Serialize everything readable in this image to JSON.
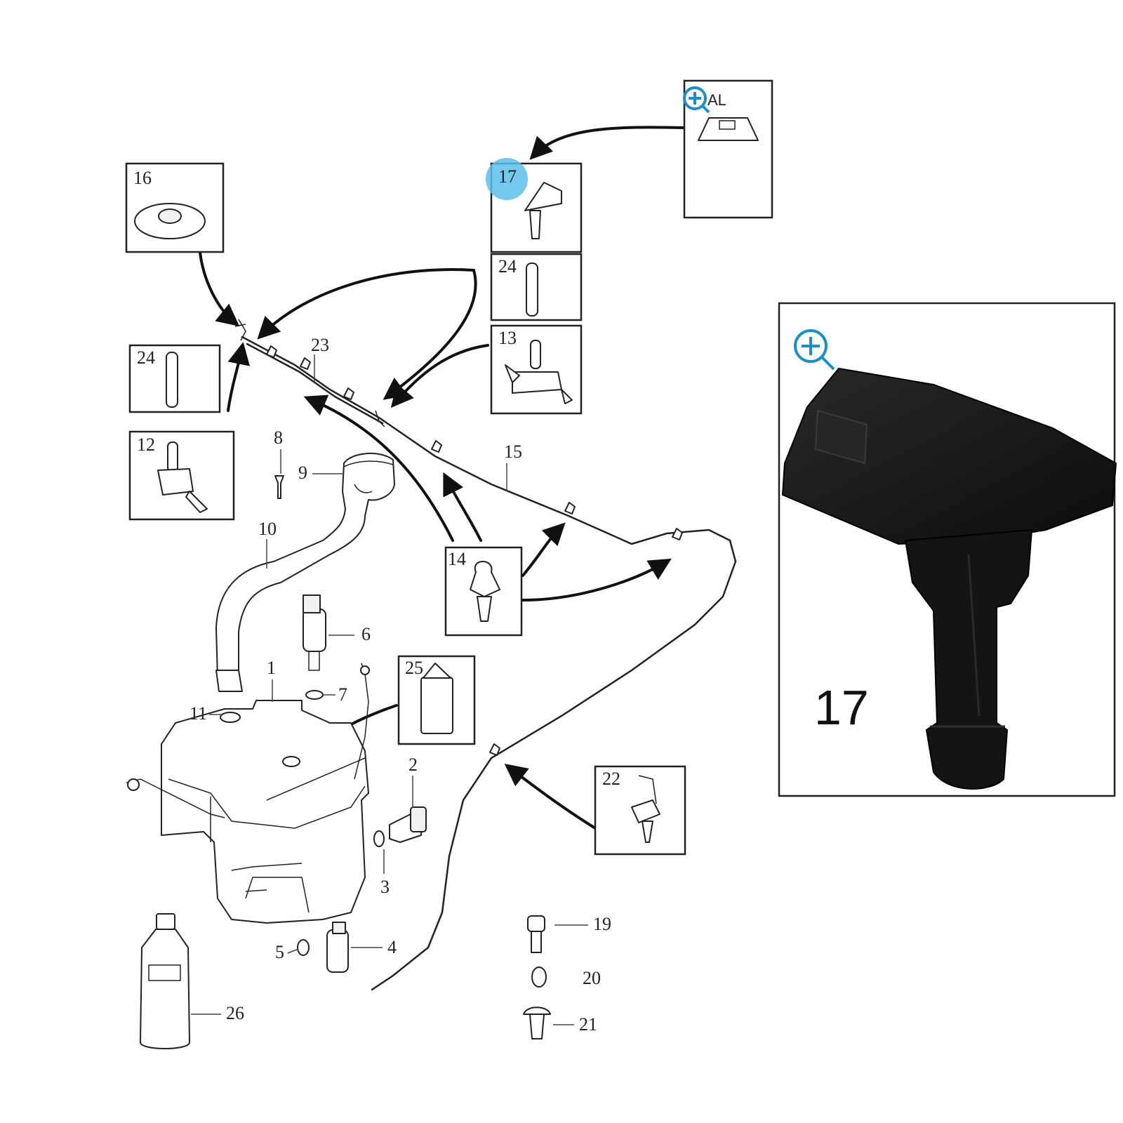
{
  "callouts": {
    "l1": "1",
    "l2": "2",
    "l3": "3",
    "l4": "4",
    "l5": "5",
    "l6": "6",
    "l7": "7",
    "l8": "8",
    "l9": "9",
    "l10": "10",
    "l11": "11",
    "l12": "12",
    "l13": "13",
    "l14": "14",
    "l15": "15",
    "l16": "16",
    "l17": "17",
    "l19": "19",
    "l20": "20",
    "l21": "21",
    "l22": "22",
    "l23": "23",
    "l24a": "24",
    "l24b": "24",
    "l25": "25",
    "l26": "26",
    "al": "AL"
  },
  "detail": {
    "part_number": "17"
  },
  "colors": {
    "highlight": "#5bc0eb",
    "zoom_icon": "#1b8fc6",
    "nozzle": "#141414"
  },
  "icons": {
    "zoom": "magnifier-plus-icon"
  }
}
